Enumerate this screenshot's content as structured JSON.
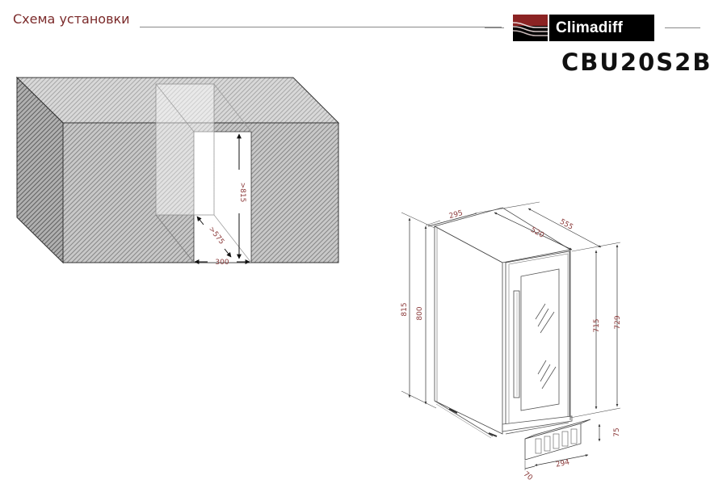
{
  "header": {
    "title": "Схема установки",
    "brand": "Climadiff",
    "model": "CBU20S2B"
  },
  "colors": {
    "title_text": "#7b2a2a",
    "dimension_text": "#8b3a3a",
    "logo_red": "#8b2323",
    "logo_black": "#000000",
    "rule_gray": "#8a8a8a"
  },
  "niche_diagram": {
    "label": "installation niche",
    "dimensions": {
      "height": ">815",
      "depth": ">575",
      "width": "300"
    }
  },
  "appliance_diagram": {
    "label": "wine cooler dimensions",
    "dimensions": {
      "width": "295",
      "depth_body": "520",
      "depth_total": "555",
      "height_total": "815",
      "height_body": "800",
      "door_height": "715",
      "height_to_top": "729",
      "plinth_height": "75",
      "plinth_width": "294",
      "plinth_depth": "70"
    }
  }
}
